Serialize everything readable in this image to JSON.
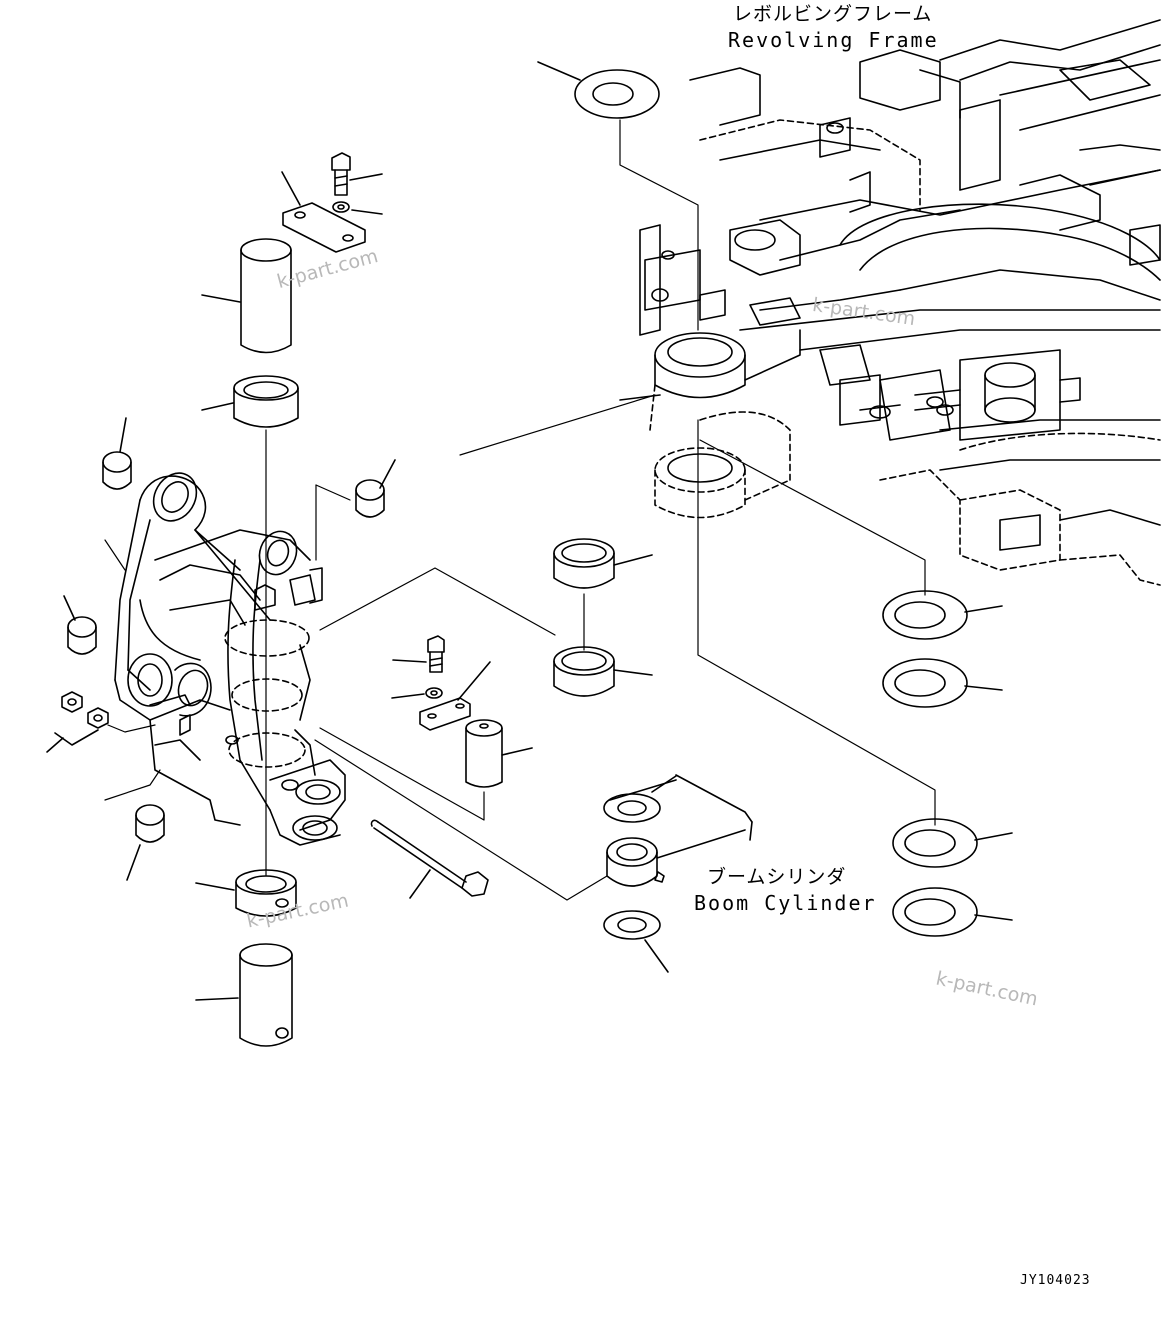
{
  "labels": {
    "revolving_frame_jp": "レボルビングフレーム",
    "revolving_frame_en": "Revolving Frame",
    "boom_cylinder_jp": "ブームシリンダ",
    "boom_cylinder_en": "Boom Cylinder"
  },
  "watermark": "k-part.com",
  "drawing_code": "JY104023"
}
